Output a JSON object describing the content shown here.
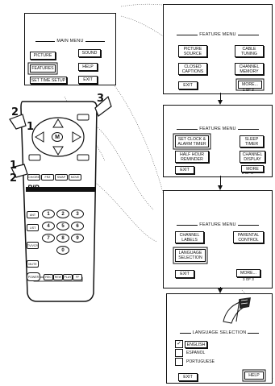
{
  "main_menu": {
    "title": "MAIN MENU",
    "buttons": [
      "PICTURE",
      "SOUND",
      "FEATURES",
      "HELP",
      "SET TIME SETUP",
      "EXIT"
    ]
  },
  "feature_menu_1": {
    "title": "FEATURE MENU",
    "buttons": [
      "PICTURE SOURCE",
      "CABLE TUNING",
      "CLOSED CAPTIONS",
      "CHANNEL MEMORY",
      "EXIT",
      "MORE..."
    ],
    "page": "1 OF 3"
  },
  "feature_menu_2": {
    "title": "FEATURE MENU",
    "buttons": [
      "SET CLOCK & ALARM TIMER",
      "SLEEP TIMER",
      "HALF HOUR REMINDER",
      "CHANNEL DISPLAY",
      "EXIT",
      "MORE"
    ],
    "page": "2 OF 3"
  },
  "feature_menu_3": {
    "title": "FEATURE MENU",
    "buttons": [
      "CHANNEL LABELS",
      "PARENTAL CONTROL",
      "LANGUAGE SELECTION",
      "EXIT",
      "MORE..."
    ],
    "page": "3 OF 3"
  },
  "language_menu": {
    "title": "LANGUAGE SELECTION",
    "options": [
      "ENGLISH",
      "ESPANOL",
      "PORTUGUESE"
    ],
    "checked": "✓",
    "buttons": [
      "EXIT",
      "HELP"
    ]
  },
  "remote": {
    "callouts": [
      "2",
      "1",
      "3",
      "1",
      "2"
    ],
    "pip_label": "PIP",
    "center_label": "M",
    "keys": [
      "CH/GRE",
      "FRZ",
      "SWAP",
      "MOVE",
      "ANT",
      "LIST",
      "POWER",
      "MUTE",
      "TV/VCR",
      "REC",
      "REW",
      "PLAY",
      "FF"
    ],
    "numbers": [
      "1",
      "2",
      "3",
      "4",
      "5",
      "6",
      "7",
      "8",
      "9",
      "0"
    ]
  }
}
